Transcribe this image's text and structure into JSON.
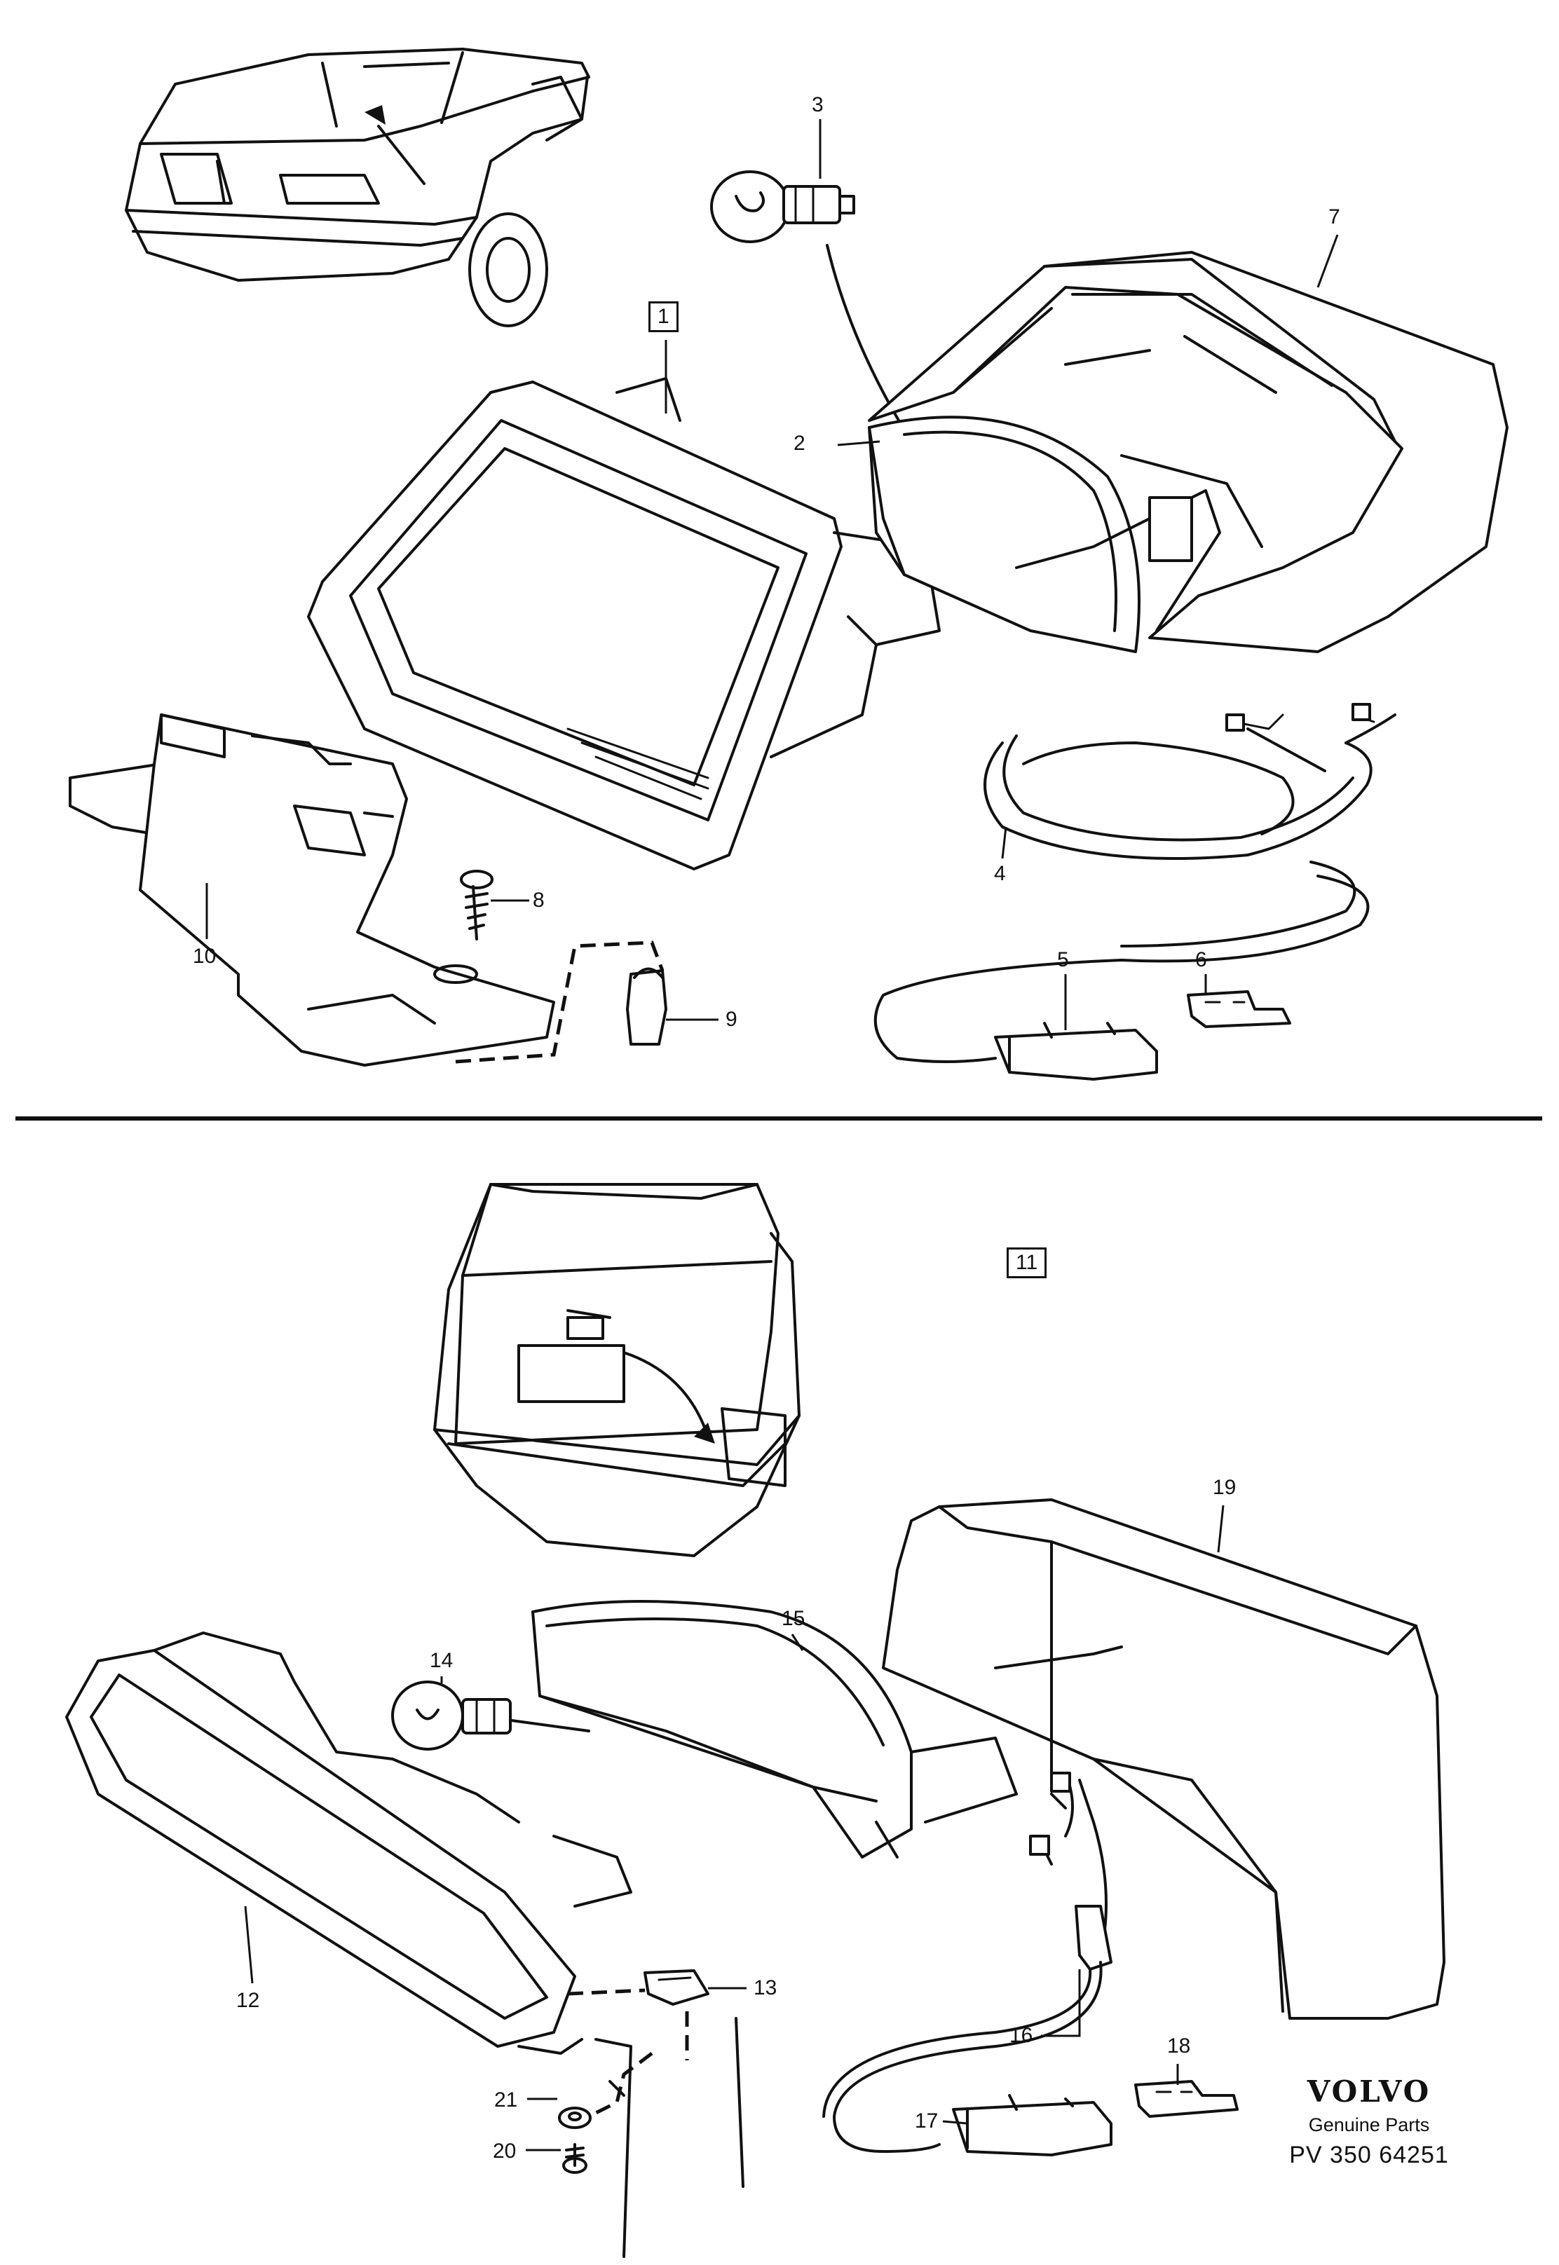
{
  "callouts": {
    "group_1": "1",
    "group_11": "11",
    "c2": "2",
    "c3": "3",
    "c4": "4",
    "c5": "5",
    "c6": "6",
    "c7": "7",
    "c8": "8",
    "c9": "9",
    "c10": "10",
    "c12": "12",
    "c13": "13",
    "c14": "14",
    "c15": "15",
    "c16": "16",
    "c17": "17",
    "c18": "18",
    "c19": "19",
    "c20": "20",
    "c21": "21"
  },
  "brand": {
    "logo": "VOLVO",
    "subtitle": "Genuine Parts",
    "code": "PV 350 64251"
  }
}
